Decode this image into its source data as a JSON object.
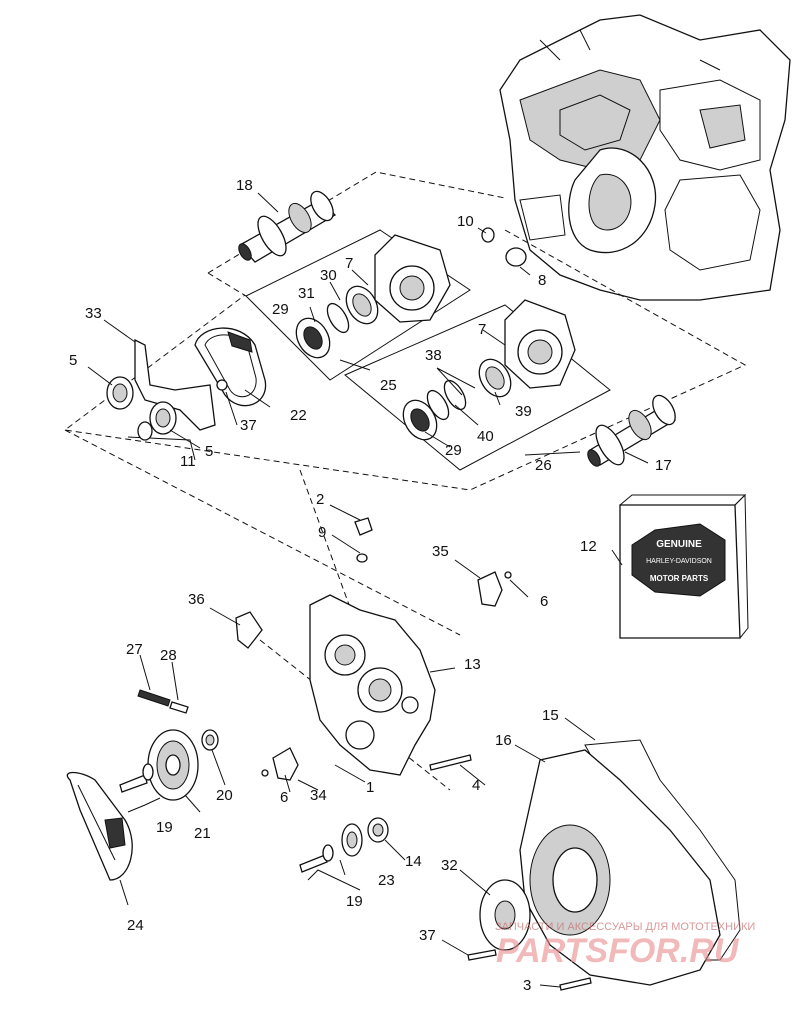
{
  "callouts": [
    {
      "id": "c1",
      "text": "1"
    },
    {
      "id": "c2",
      "text": "2"
    },
    {
      "id": "c3",
      "text": "3"
    },
    {
      "id": "c4",
      "text": "4"
    },
    {
      "id": "c5a",
      "text": "5"
    },
    {
      "id": "c5b",
      "text": "5"
    },
    {
      "id": "c6a",
      "text": "6"
    },
    {
      "id": "c6b",
      "text": "6"
    },
    {
      "id": "c7a",
      "text": "7"
    },
    {
      "id": "c7b",
      "text": "7"
    },
    {
      "id": "c8",
      "text": "8"
    },
    {
      "id": "c9",
      "text": "9"
    },
    {
      "id": "c10",
      "text": "10"
    },
    {
      "id": "c11",
      "text": "11"
    },
    {
      "id": "c12",
      "text": "12"
    },
    {
      "id": "c13",
      "text": "13"
    },
    {
      "id": "c14",
      "text": "14"
    },
    {
      "id": "c15",
      "text": "15"
    },
    {
      "id": "c16",
      "text": "16"
    },
    {
      "id": "c17",
      "text": "17"
    },
    {
      "id": "c18",
      "text": "18"
    },
    {
      "id": "c19a",
      "text": "19"
    },
    {
      "id": "c19b",
      "text": "19"
    },
    {
      "id": "c20",
      "text": "20"
    },
    {
      "id": "c21",
      "text": "21"
    },
    {
      "id": "c22",
      "text": "22"
    },
    {
      "id": "c23",
      "text": "23"
    },
    {
      "id": "c24",
      "text": "24"
    },
    {
      "id": "c25",
      "text": "25"
    },
    {
      "id": "c26",
      "text": "26"
    },
    {
      "id": "c27",
      "text": "27"
    },
    {
      "id": "c28",
      "text": "28"
    },
    {
      "id": "c29a",
      "text": "29"
    },
    {
      "id": "c29b",
      "text": "29"
    },
    {
      "id": "c30",
      "text": "30"
    },
    {
      "id": "c31",
      "text": "31"
    },
    {
      "id": "c32",
      "text": "32"
    },
    {
      "id": "c33",
      "text": "33"
    },
    {
      "id": "c34",
      "text": "34"
    },
    {
      "id": "c35",
      "text": "35"
    },
    {
      "id": "c36",
      "text": "36"
    },
    {
      "id": "c37a",
      "text": "37"
    },
    {
      "id": "c37b",
      "text": "37"
    },
    {
      "id": "c38",
      "text": "38"
    },
    {
      "id": "c39",
      "text": "39"
    },
    {
      "id": "c40",
      "text": "40"
    }
  ],
  "logo": {
    "line1": "GENUINE",
    "line2": "HARLEY-DAVIDSON",
    "line3": "MOTOR PARTS"
  },
  "watermark": {
    "brand": "PARTSFOR.RU",
    "tagline": "ЗАПЧАСТИ И АКСЕССУАРЫ ДЛЯ МОТОТЕХНИКИ"
  }
}
